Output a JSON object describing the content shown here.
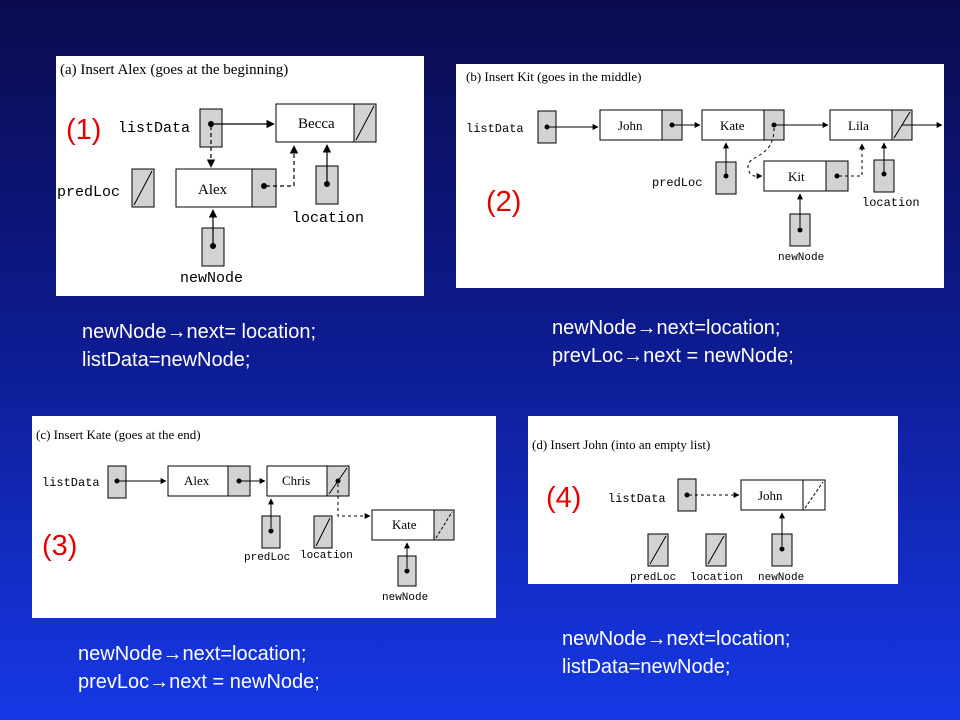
{
  "panels": [
    {
      "caption": "(a) Insert Alex (goes at the beginning)",
      "step": "(1)",
      "labels": {
        "listData": "listData",
        "predLoc": "predLoc",
        "location": "location",
        "newNode": "newNode"
      },
      "nodes": [
        "Alex",
        "Becca"
      ],
      "code": [
        [
          "newNode",
          "next= location;"
        ],
        [
          "listData=newNode;"
        ]
      ]
    },
    {
      "caption": "(b) Insert Kit (goes in the middle)",
      "step": "(2)",
      "labels": {
        "listData": "listData",
        "predLoc": "predLoc",
        "location": "location",
        "newNode": "newNode"
      },
      "nodes": [
        "John",
        "Kate",
        "Lila",
        "Kit"
      ],
      "code": [
        [
          "newNode",
          "next=location;"
        ],
        [
          "prevLoc",
          "next = newNode;"
        ]
      ]
    },
    {
      "caption": "(c) Insert Kate (goes at the end)",
      "step": "(3)",
      "labels": {
        "listData": "listData",
        "predLoc": "predLoc",
        "location": "location",
        "newNode": "newNode"
      },
      "nodes": [
        "Alex",
        "Chris",
        "Kate"
      ],
      "code": [
        [
          "newNode",
          "next=location;"
        ],
        [
          "prevLoc",
          "next = newNode;"
        ]
      ]
    },
    {
      "caption": "(d) Insert John (into an empty list)",
      "step": "(4)",
      "labels": {
        "listData": "listData",
        "predLoc": "predLoc",
        "location": "location",
        "newNode": "newNode"
      },
      "nodes": [
        "John"
      ],
      "code": [
        [
          "newNode",
          "next=location;"
        ],
        [
          "listData=newNode;"
        ]
      ]
    }
  ],
  "arrow_glyph": "→",
  "colors": {
    "box_fill": "#d2d2d2",
    "step_red": "#e30000",
    "code_white": "#ffffff"
  }
}
